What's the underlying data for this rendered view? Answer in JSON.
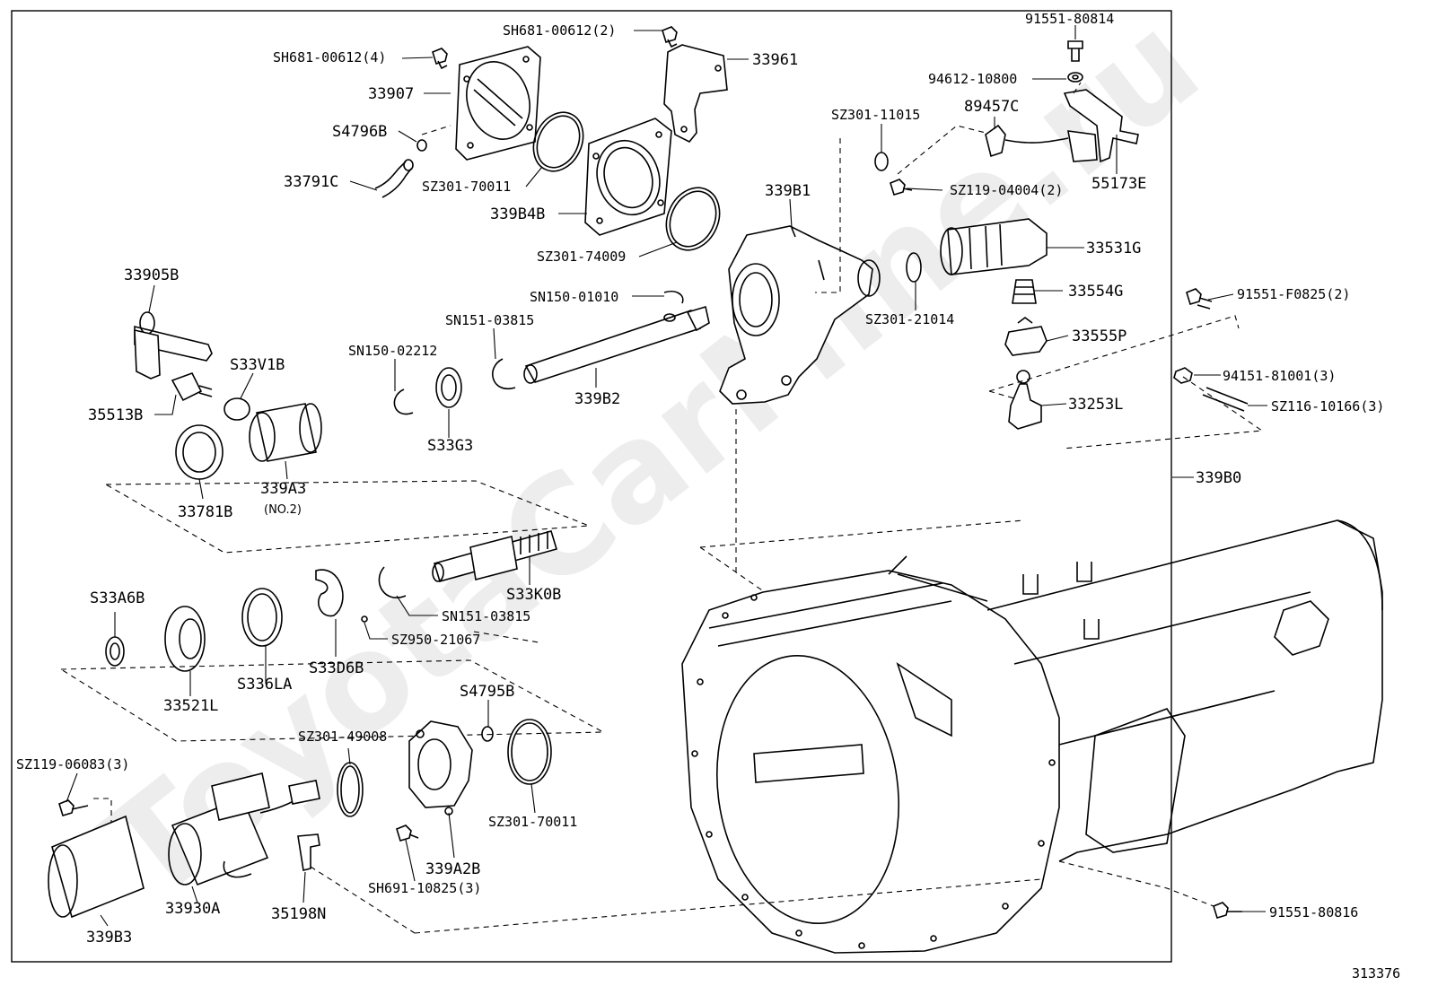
{
  "watermark": "ToyotaCarMine.ru",
  "footer_ref": "313376",
  "labels": {
    "sh681_4": "SH681-00612(4)",
    "sh681_2": "SH681-00612(2)",
    "p33961": "33961",
    "p91551_80814": "91551-80814",
    "p94612_10800": "94612-10800",
    "p89457c": "89457C",
    "sz301_11015": "SZ301-11015",
    "p33907": "33907",
    "s4796b": "S4796B",
    "p33791c": "33791C",
    "sz301_70011_a": "SZ301-70011",
    "p339b4b": "339B4B",
    "p339b1": "339B1",
    "sz119_04004": "SZ119-04004(2)",
    "p55173e": "55173E",
    "sz301_74009": "SZ301-74009",
    "p33531g": "33531G",
    "p33554g": "33554G",
    "sz301_21014": "SZ301-21014",
    "p33555p": "33555P",
    "p33905b": "33905B",
    "sn150_01010": "SN150-01010",
    "sn151_03815_a": "SN151-03815",
    "sn150_02212": "SN150-02212",
    "s33v1b": "S33V1B",
    "p35513b": "35513B",
    "s33g3": "S33G3",
    "p339b2": "339B2",
    "p91551_f0825": "91551-F0825(2)",
    "p94151_81001": "94151-81001(3)",
    "sz116_10166": "SZ116-10166(3)",
    "p33253l": "33253L",
    "p339b0": "339B0",
    "p33781b": "33781B",
    "p339a3": "339A3",
    "no2": "(NO.2)",
    "s33k0b": "S33K0B",
    "s33a6b": "S33A6B",
    "sn151_03815_b": "SN151-03815",
    "sz950_21067": "SZ950-21067",
    "p33521l": "33521L",
    "s336la": "S336LA",
    "s33d6b": "S33D6B",
    "s4795b": "S4795B",
    "sz301_49008": "SZ301-49008",
    "sz119_06083": "SZ119-06083(3)",
    "sz301_70011_b": "SZ301-70011",
    "p339a2b": "339A2B",
    "sh691_10825": "SH691-10825(3)",
    "p339b3": "339B3",
    "p33930a": "33930A",
    "p35198n": "35198N",
    "p91551_80816": "91551-80816"
  }
}
